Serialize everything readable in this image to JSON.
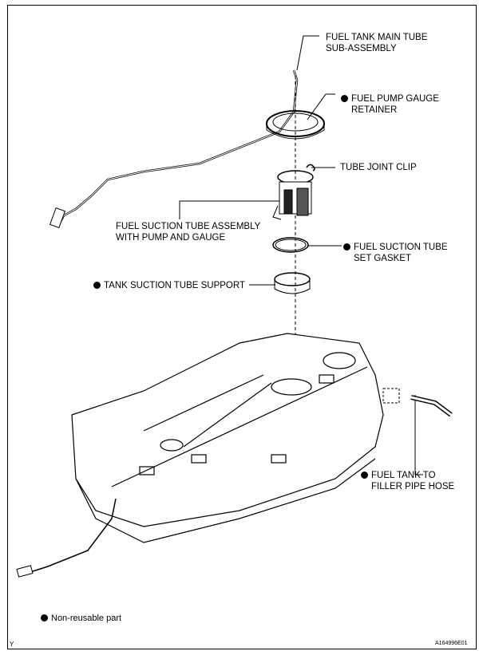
{
  "labels": {
    "main_tube": [
      "FUEL TANK MAIN TUBE",
      "SUB-ASSEMBLY"
    ],
    "gauge_retainer": [
      "FUEL PUMP GAUGE",
      "RETAINER"
    ],
    "joint_clip": "TUBE JOINT CLIP",
    "suction_tube_assembly": [
      "FUEL SUCTION TUBE ASSEMBLY",
      "WITH PUMP AND GAUGE"
    ],
    "set_gasket": [
      "FUEL SUCTION TUBE",
      "SET GASKET"
    ],
    "tube_support": "TANK SUCTION TUBE SUPPORT",
    "filler_hose": [
      "FUEL TANK TO",
      "FILLER PIPE HOSE"
    ]
  },
  "legend": {
    "symbol": "black-dot",
    "text": "Non-reusable part"
  },
  "corner_mark": "Y",
  "figure_id": "A164996E01"
}
